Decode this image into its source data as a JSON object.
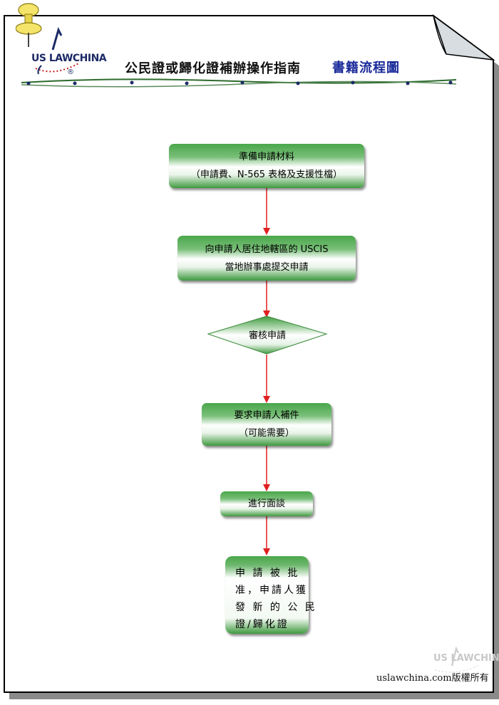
{
  "header": {
    "logo_text": "US LAWCHINA",
    "title": "公民證或歸化證補辦操作指南",
    "subtitle": "書籍流程圖"
  },
  "flow": {
    "step1": {
      "line1": "準備申請材料",
      "line2": "（申請費、N-565 表格及支援性檔）"
    },
    "step2": {
      "line1": "向申請人居住地轄區的 USCIS",
      "line2": "當地辦事處提交申請"
    },
    "step3": {
      "label": "審核申請"
    },
    "step4": {
      "line1": "要求申請人補件",
      "line2": "（可能需要）"
    },
    "step5": {
      "label": "進行面談"
    },
    "step6": {
      "line1": "申 請 被 批",
      "line2": "准，申請人獲",
      "line3": "發 新 的 公 民",
      "line4": "證/歸化證"
    }
  },
  "footer": {
    "watermark": "US LAWCHINA",
    "copyright": "uslawchina.com版權所有"
  },
  "colors": {
    "box_green": "#3f9a3f",
    "arrow_red": "#e02020",
    "subtitle_blue": "#1a2a9a"
  }
}
